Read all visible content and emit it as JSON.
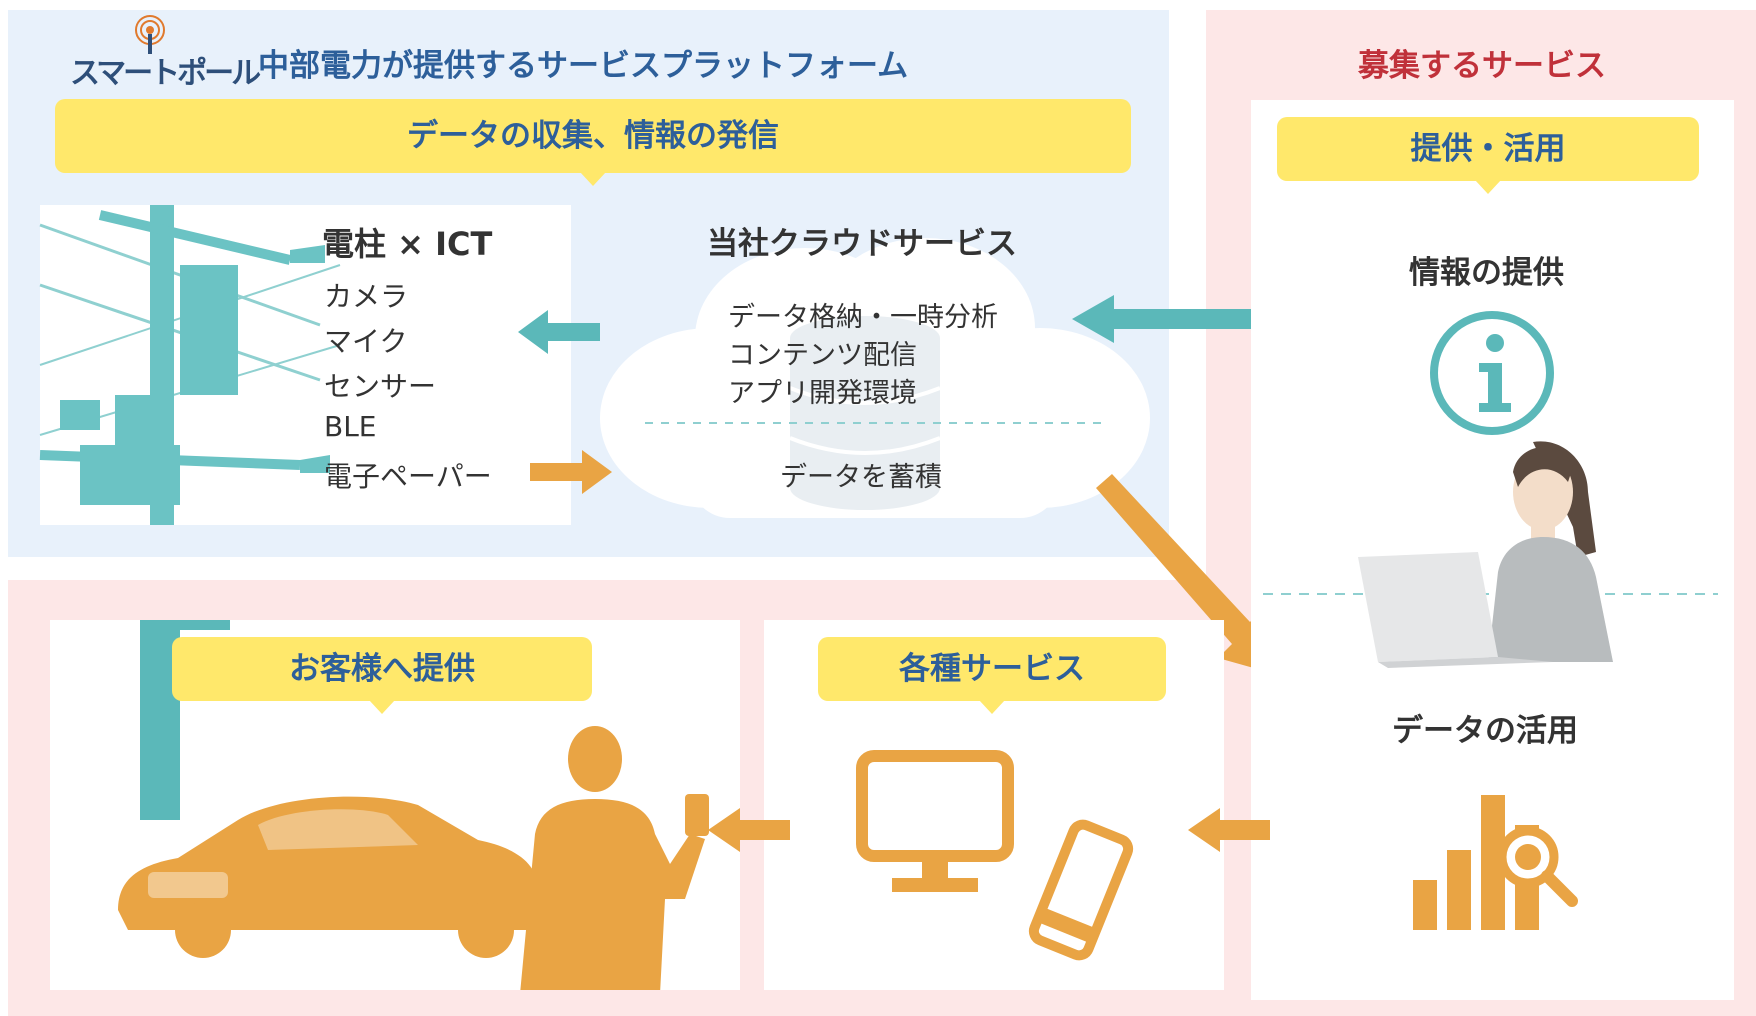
{
  "logo": {
    "text": "スマートポール"
  },
  "platform_title": "中部電力が提供するサービスプラットフォーム",
  "data_banner": "データの収集、情報の発信",
  "pole_box": {
    "heading": "電柱 × ICT",
    "items": [
      "カメラ",
      "マイク",
      "センサー",
      "BLE",
      "電子ペーパー"
    ]
  },
  "cloud": {
    "title": "当社クラウドサービス",
    "lines": [
      "データ格納・一時分析",
      "コンテンツ配信",
      "アプリ開発環境"
    ],
    "storage": "データを蓄積"
  },
  "recruit": {
    "title": "募集するサービス",
    "banner": "提供・活用",
    "info_heading": "情報の提供",
    "data_heading": "データの活用"
  },
  "customer_banner": "お客様へ提供",
  "services_banner": "各種サービス",
  "colors": {
    "blue_panel": "#e8f1fb",
    "pink_panel": "#fde7e7",
    "banner_yellow": "#ffe86b",
    "teal": "#5bb8b9",
    "orange": "#e9a444",
    "title_blue": "#2d5f9a",
    "title_red": "#c0313a"
  },
  "icons": [
    "antenna-icon",
    "pole-illustration",
    "cloud-icon",
    "database-icon",
    "info-icon",
    "woman-laptop-illustration",
    "bar-chart-search-icon",
    "car-illustration",
    "businessman-phone-illustration",
    "monitor-icon",
    "smartphone-icon"
  ]
}
